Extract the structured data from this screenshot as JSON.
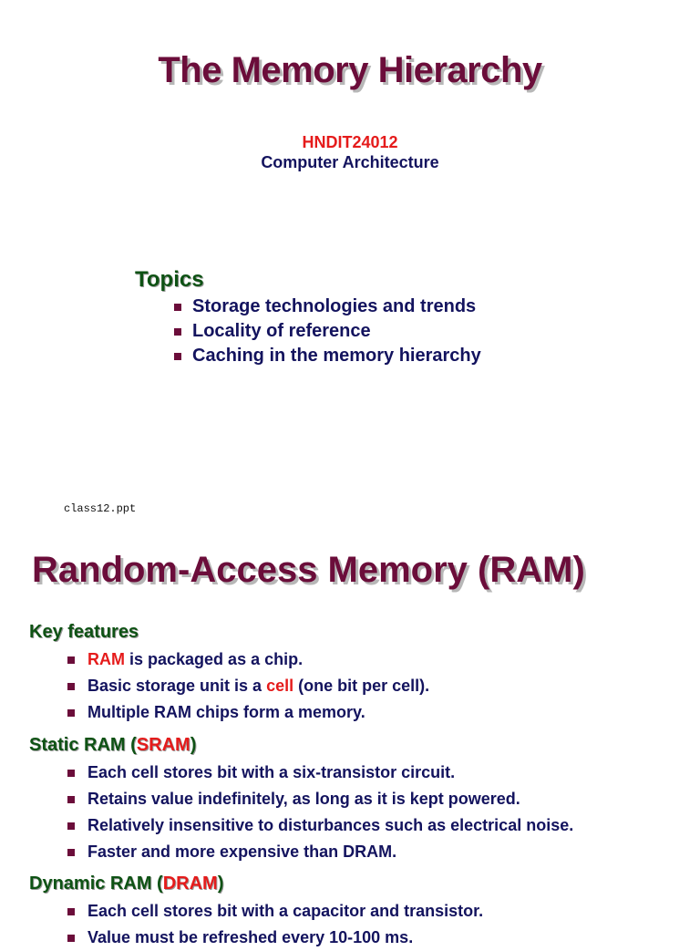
{
  "slide1": {
    "title": "The Memory Hierarchy",
    "course_code": "HNDIT24012",
    "course_name": "Computer Architecture",
    "topics_heading": "Topics",
    "topics": [
      "Storage technologies and trends",
      "Locality of reference",
      "Caching in the memory hierarchy"
    ],
    "footer": "class12.ppt"
  },
  "slide2": {
    "title": "Random-Access Memory (RAM)",
    "key_features": {
      "heading": "Key features",
      "items": [
        {
          "pre": "",
          "hl": "RAM",
          "post": " is packaged as a chip."
        },
        {
          "pre": "Basic storage unit is a ",
          "hl": "cell",
          "post": " (one bit per cell)."
        },
        {
          "pre": "Multiple RAM chips form a memory.",
          "hl": "",
          "post": ""
        }
      ]
    },
    "sram": {
      "heading_pre": "Static RAM (",
      "heading_hl": "SRAM",
      "heading_post": ")",
      "items": [
        "Each cell stores bit with a six-transistor circuit.",
        "Retains value indefinitely, as long as it is kept powered.",
        "Relatively insensitive to disturbances such as electrical noise.",
        "Faster and more expensive than DRAM."
      ]
    },
    "dram": {
      "heading_pre": "Dynamic RAM (",
      "heading_hl": "DRAM",
      "heading_post": ")",
      "items": [
        "Each cell stores bit with a capacitor and transistor.",
        "Value must be refreshed every 10-100 ms."
      ]
    }
  },
  "colors": {
    "title": "#6b0d3a",
    "accent_red": "#e51b1b",
    "text_navy": "#13135e",
    "heading_green": "#0e5214",
    "bullet": "#6b0d3a"
  }
}
